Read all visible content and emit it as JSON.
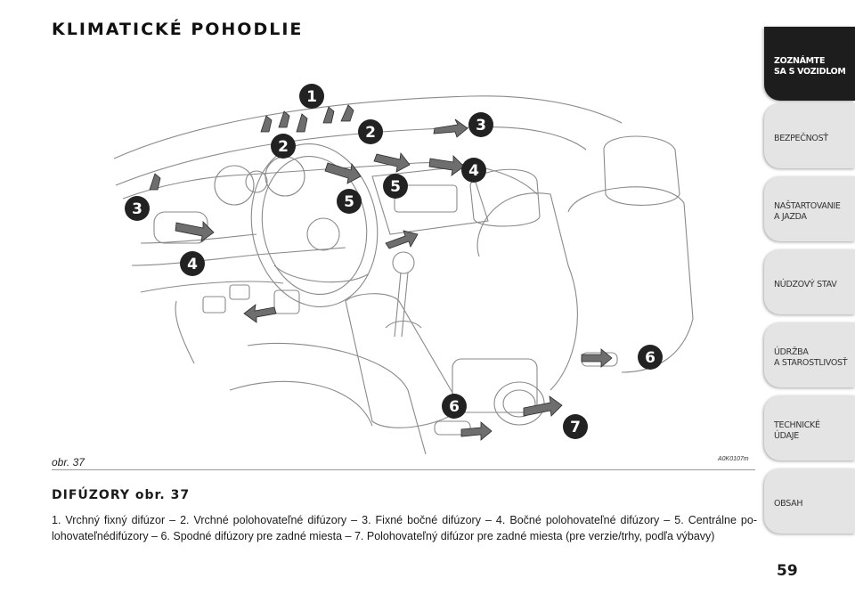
{
  "page": {
    "title": "KLIMATICKÉ POHODLIE",
    "figure_caption": "obr. 37",
    "figure_code": "A0K0107m",
    "section_heading": "DIFÚZORY obr. 37",
    "description": "1. Vrchný fixný difúzor – 2. Vrchné polohovateľné difúzory – 3. Fixné bočné difúzory – 4. Bočné polohovateľné difúzory – 5. Centrálne po­lohovateľnédifúzory – 6. Spodné difúzory pre zadné miesta – 7. Polohovateľný difúzor pre zadné miesta (pre verzie/trhy, podľa výbavy)",
    "page_number": "59"
  },
  "nav_tabs": [
    {
      "label": "ZOZNÁMTE\nSA S VOZIDLOM",
      "active": true
    },
    {
      "label": "BEZPEČNOSŤ",
      "active": false
    },
    {
      "label": "NAŠTARTOVANIE\nA JAZDA",
      "active": false
    },
    {
      "label": "NÚDZOVÝ STAV",
      "active": false
    },
    {
      "label": "ÚDRŽBA\nA STAROSTLIVOSŤ",
      "active": false
    },
    {
      "label": "TECHNICKÉ\nÚDAJE",
      "active": false
    },
    {
      "label": "OBSAH",
      "active": false
    }
  ],
  "callouts": [
    "1",
    "2",
    "2",
    "3",
    "3",
    "4",
    "4",
    "5",
    "5",
    "6",
    "6",
    "7"
  ],
  "colors": {
    "callout_fill": "#222222",
    "active_tab": "#1d1d1d",
    "inactive_tab": "#e4e4e4",
    "arrow_fill": "#6e6e6e"
  }
}
